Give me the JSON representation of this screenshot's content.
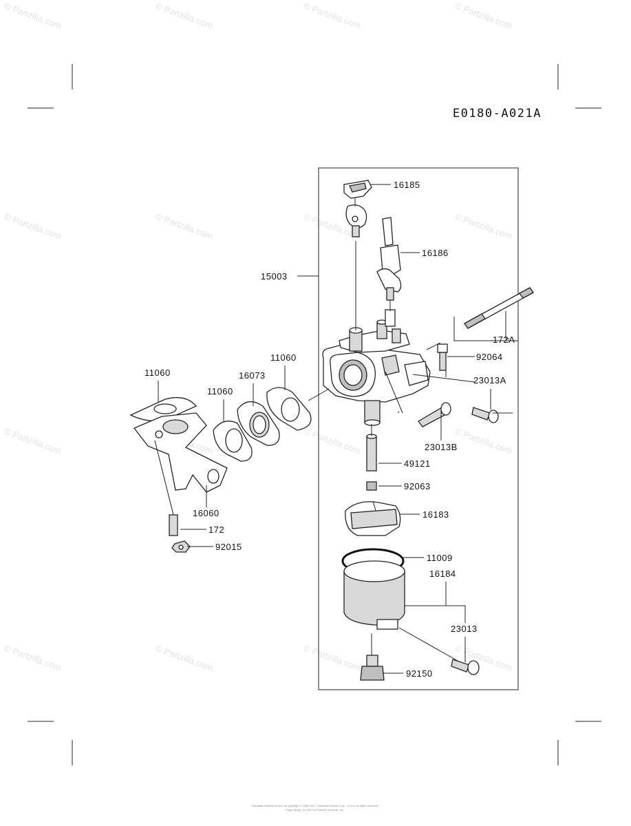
{
  "diagram_code": "E0180-A021A",
  "watermark": "© Partzilla.com",
  "footer_lines": [
    "Kawasaki material shown, all copyright © 1985-2017, Kawasaki Motors Corp., U.S.A. All rights reserved.",
    "Page Design (c) 2017 by Partzilla Ventures, Inc."
  ],
  "parts": [
    {
      "id": "p16185",
      "number": "16185"
    },
    {
      "id": "p16186",
      "number": "16186"
    },
    {
      "id": "p15003",
      "number": "15003"
    },
    {
      "id": "p172A",
      "number": "172A"
    },
    {
      "id": "p92064",
      "number": "92064"
    },
    {
      "id": "p23013A",
      "number": "23013A"
    },
    {
      "id": "p11060a",
      "number": "11060"
    },
    {
      "id": "p11060b",
      "number": "11060"
    },
    {
      "id": "p16073",
      "number": "16073"
    },
    {
      "id": "p11060c",
      "number": "11060"
    },
    {
      "id": "p23013B",
      "number": "23013B"
    },
    {
      "id": "p49121",
      "number": "49121"
    },
    {
      "id": "p92063",
      "number": "92063"
    },
    {
      "id": "p16060",
      "number": "16060"
    },
    {
      "id": "p172",
      "number": "172"
    },
    {
      "id": "p92015",
      "number": "92015"
    },
    {
      "id": "p16183",
      "number": "16183"
    },
    {
      "id": "p11009",
      "number": "11009"
    },
    {
      "id": "p16184",
      "number": "16184"
    },
    {
      "id": "p23013",
      "number": "23013"
    },
    {
      "id": "p92150",
      "number": "92150"
    }
  ]
}
